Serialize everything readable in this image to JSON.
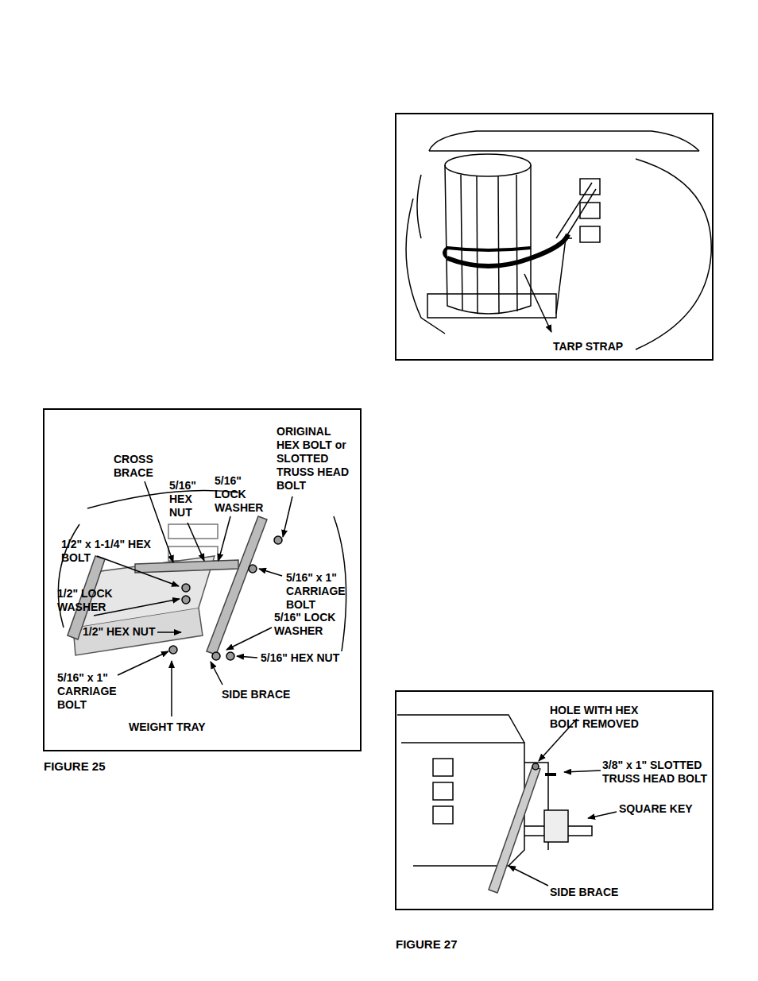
{
  "diagram": {
    "labels": [
      "TARP STRAP",
      "CROSS BRACE",
      "5/16\" HEX NUT",
      "5/16\" LOCK WASHER",
      "ORIGINAL HEX BOLT or SLOTTED TRUSS HEAD BOLT",
      "1/2\" x 1-1/4\" HEX BOLT",
      "5/16\" x 1\" CARRIAGE BOLT",
      "1/2\" LOCK WASHER",
      "5/16\" LOCK WASHER",
      "1/2\" HEX NUT",
      "5/16\" HEX NUT",
      "5/16\" x 1\" CARRIAGE BOLT",
      "SIDE BRACE",
      "WEIGHT TRAY",
      "FIGURE 25",
      "HOLE WITH HEX BOLT REMOVED",
      "3/8\" x 1\" SLOTTED TRUSS HEAD BOLT",
      "SQUARE KEY",
      "SIDE BRACE",
      "FIGURE 27"
    ]
  }
}
